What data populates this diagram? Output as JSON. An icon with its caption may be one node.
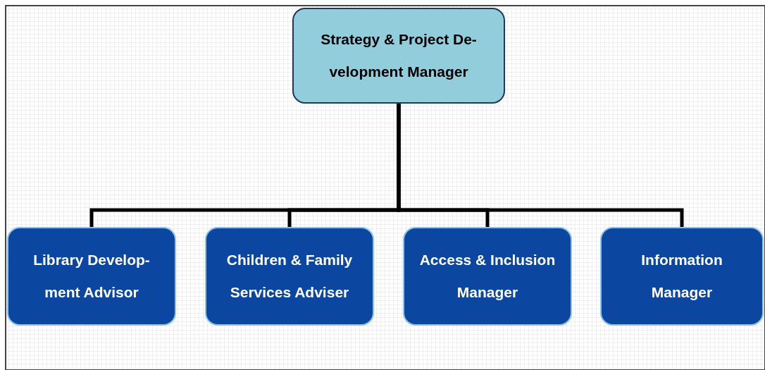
{
  "diagram": {
    "nodes": [
      {
        "text": [
          "Strategy & Project De- velopment Manager"
        ]
      },
      {
        "text": [
          "Library Develop- ment Advisor"
        ]
      },
      {
        "text": [
          "Children & Family Services Adviser"
        ]
      },
      {
        "text": [
          "Access & Inclusion Manager"
        ]
      },
      {
        "text": [
          "Information Manager"
        ]
      }
    ],
    "edges": [
      {
        "from": 0,
        "to": 1,
        "arrow": "none"
      },
      {
        "from": 0,
        "to": 2,
        "arrow": "none"
      },
      {
        "from": 0,
        "to": 3,
        "arrow": "none"
      },
      {
        "from": 0,
        "to": 4,
        "arrow": "none"
      }
    ]
  }
}
